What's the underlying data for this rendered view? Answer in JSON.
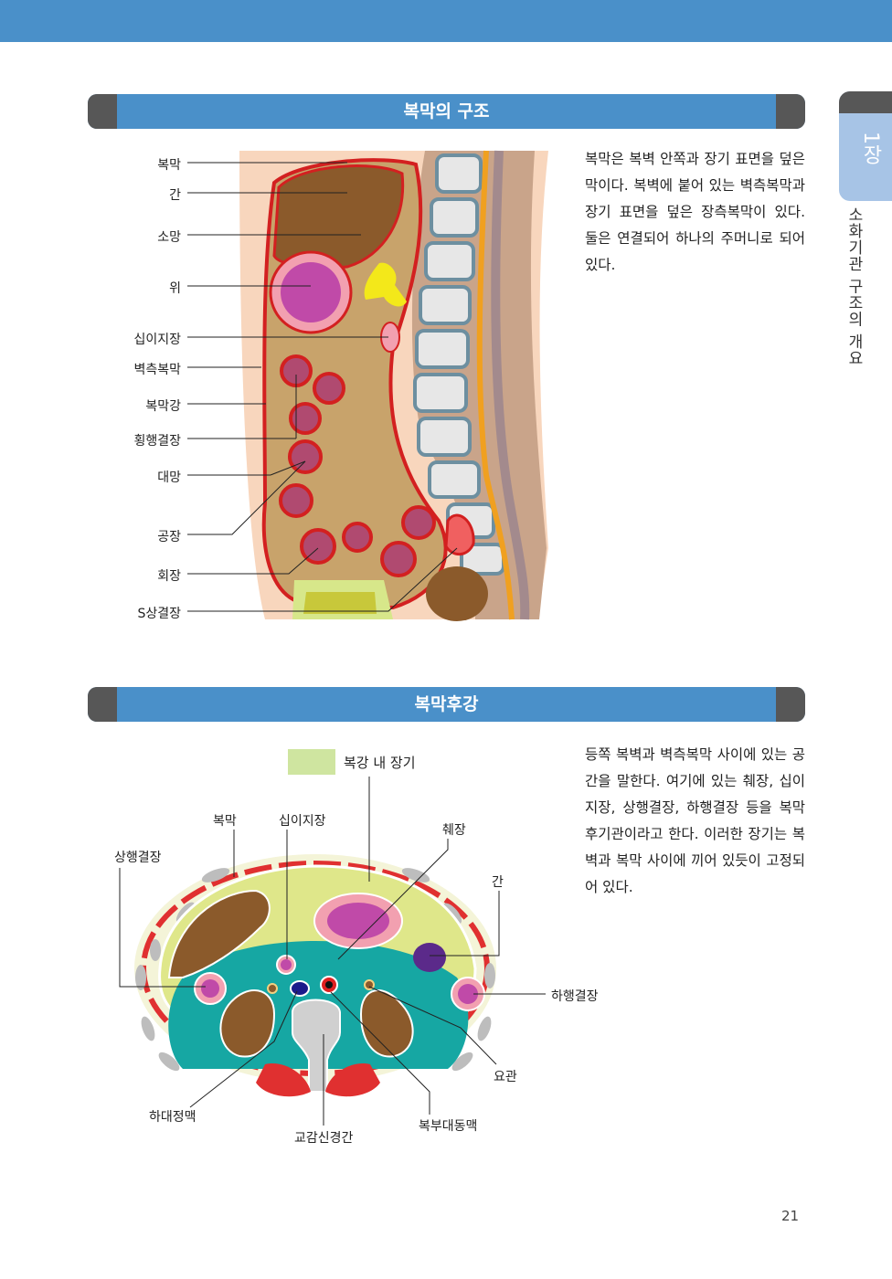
{
  "section1": {
    "title": "복막의 구조",
    "paragraph": "복막은 복벽 안쪽과 장기 표면을 덮은 막이다. 복벽에 붙어 있는 벽측복막과 장기 표면을 덮은 장측복막이 있다. 둘은 연결되어 하나의 주머니로 되어 있다.",
    "labels": [
      "복막",
      "간",
      "소망",
      "위",
      "십이지장",
      "벽측복막",
      "복막강",
      "횡행결장",
      "대망",
      "공장",
      "회장",
      "S상결장"
    ]
  },
  "section2": {
    "title": "복막후강",
    "paragraph": "등쪽 복벽과 벽측복막 사이에 있는 공간을 말한다. 여기에 있는 췌장, 십이지장, 상행결장, 하행결장 등을 복막후기관이라고 한다. 이러한 장기는 복벽과 복막 사이에 끼어 있듯이 고정되어 있다.",
    "legend": "복강 내 장기",
    "labels": {
      "peritoneum": "복막",
      "duodenum": "십이지장",
      "ascending_colon": "상행결장",
      "pancreas": "췌장",
      "liver": "간",
      "descending_colon": "하행결장",
      "ureter": "요관",
      "ivc": "하대정맥",
      "sympathetic": "교감신경간",
      "aorta": "복부대동맥"
    }
  },
  "side": {
    "chapter": "1장",
    "text": "소화기관 구조의 개요"
  },
  "page_number": "21",
  "colors": {
    "brand": "#4a90c9",
    "tab": "#a7c4e6",
    "dark": "#575757"
  }
}
